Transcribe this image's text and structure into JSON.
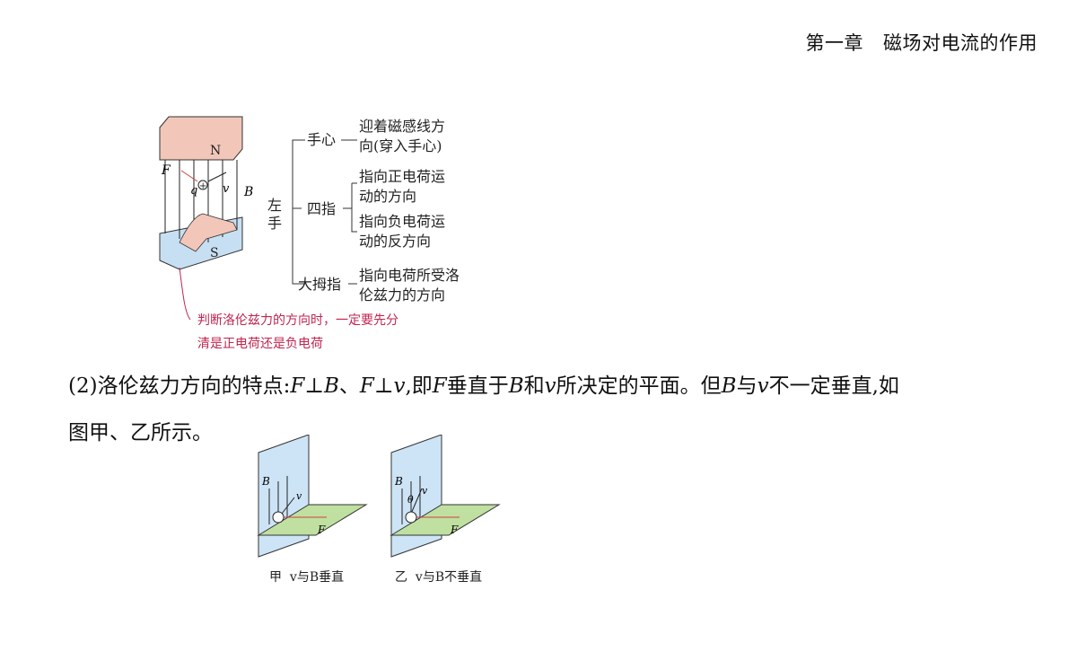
{
  "header": {
    "chapter": "第一章",
    "title": "磁场对电流的作用"
  },
  "figure_top": {
    "magnet_n": "N",
    "magnet_s": "S",
    "label_F": "F",
    "label_q": "q",
    "label_v": "v",
    "label_B": "B",
    "left_hand": [
      "左",
      "手"
    ],
    "palm": "手心",
    "palm_desc": [
      "迎着磁感线方",
      "向(穿入手心)"
    ],
    "four_fingers": "四指",
    "positive_desc": [
      "指向正电荷运",
      "动的方向"
    ],
    "negative_desc": [
      "指向负电荷运",
      "动的反方向"
    ],
    "thumb": "大拇指",
    "thumb_desc": [
      "指向电荷所受洛",
      "伦兹力的方向"
    ],
    "note": [
      "判断洛伦兹力的方向时，一定要先分",
      "清是正电荷还是负电荷"
    ]
  },
  "paragraph": {
    "line1_parts": [
      "(2)洛伦兹力方向的特点:",
      "F",
      "⊥",
      "B",
      "、",
      "F",
      "⊥",
      "v",
      ",即",
      "F",
      "垂直于",
      "B",
      "和",
      "v",
      "所决定的平面。但",
      "B",
      "与",
      "v",
      "不一定垂直,如"
    ],
    "line2": "图甲、乙所示。"
  },
  "figure_bottom": {
    "left": {
      "B": "B",
      "v": "v",
      "F": "F",
      "caption_prefix": "甲",
      "caption": "v与B垂直"
    },
    "right": {
      "B": "B",
      "v": "v",
      "theta": "θ",
      "F": "F",
      "caption_prefix": "乙",
      "caption": "v与B不垂直"
    }
  }
}
